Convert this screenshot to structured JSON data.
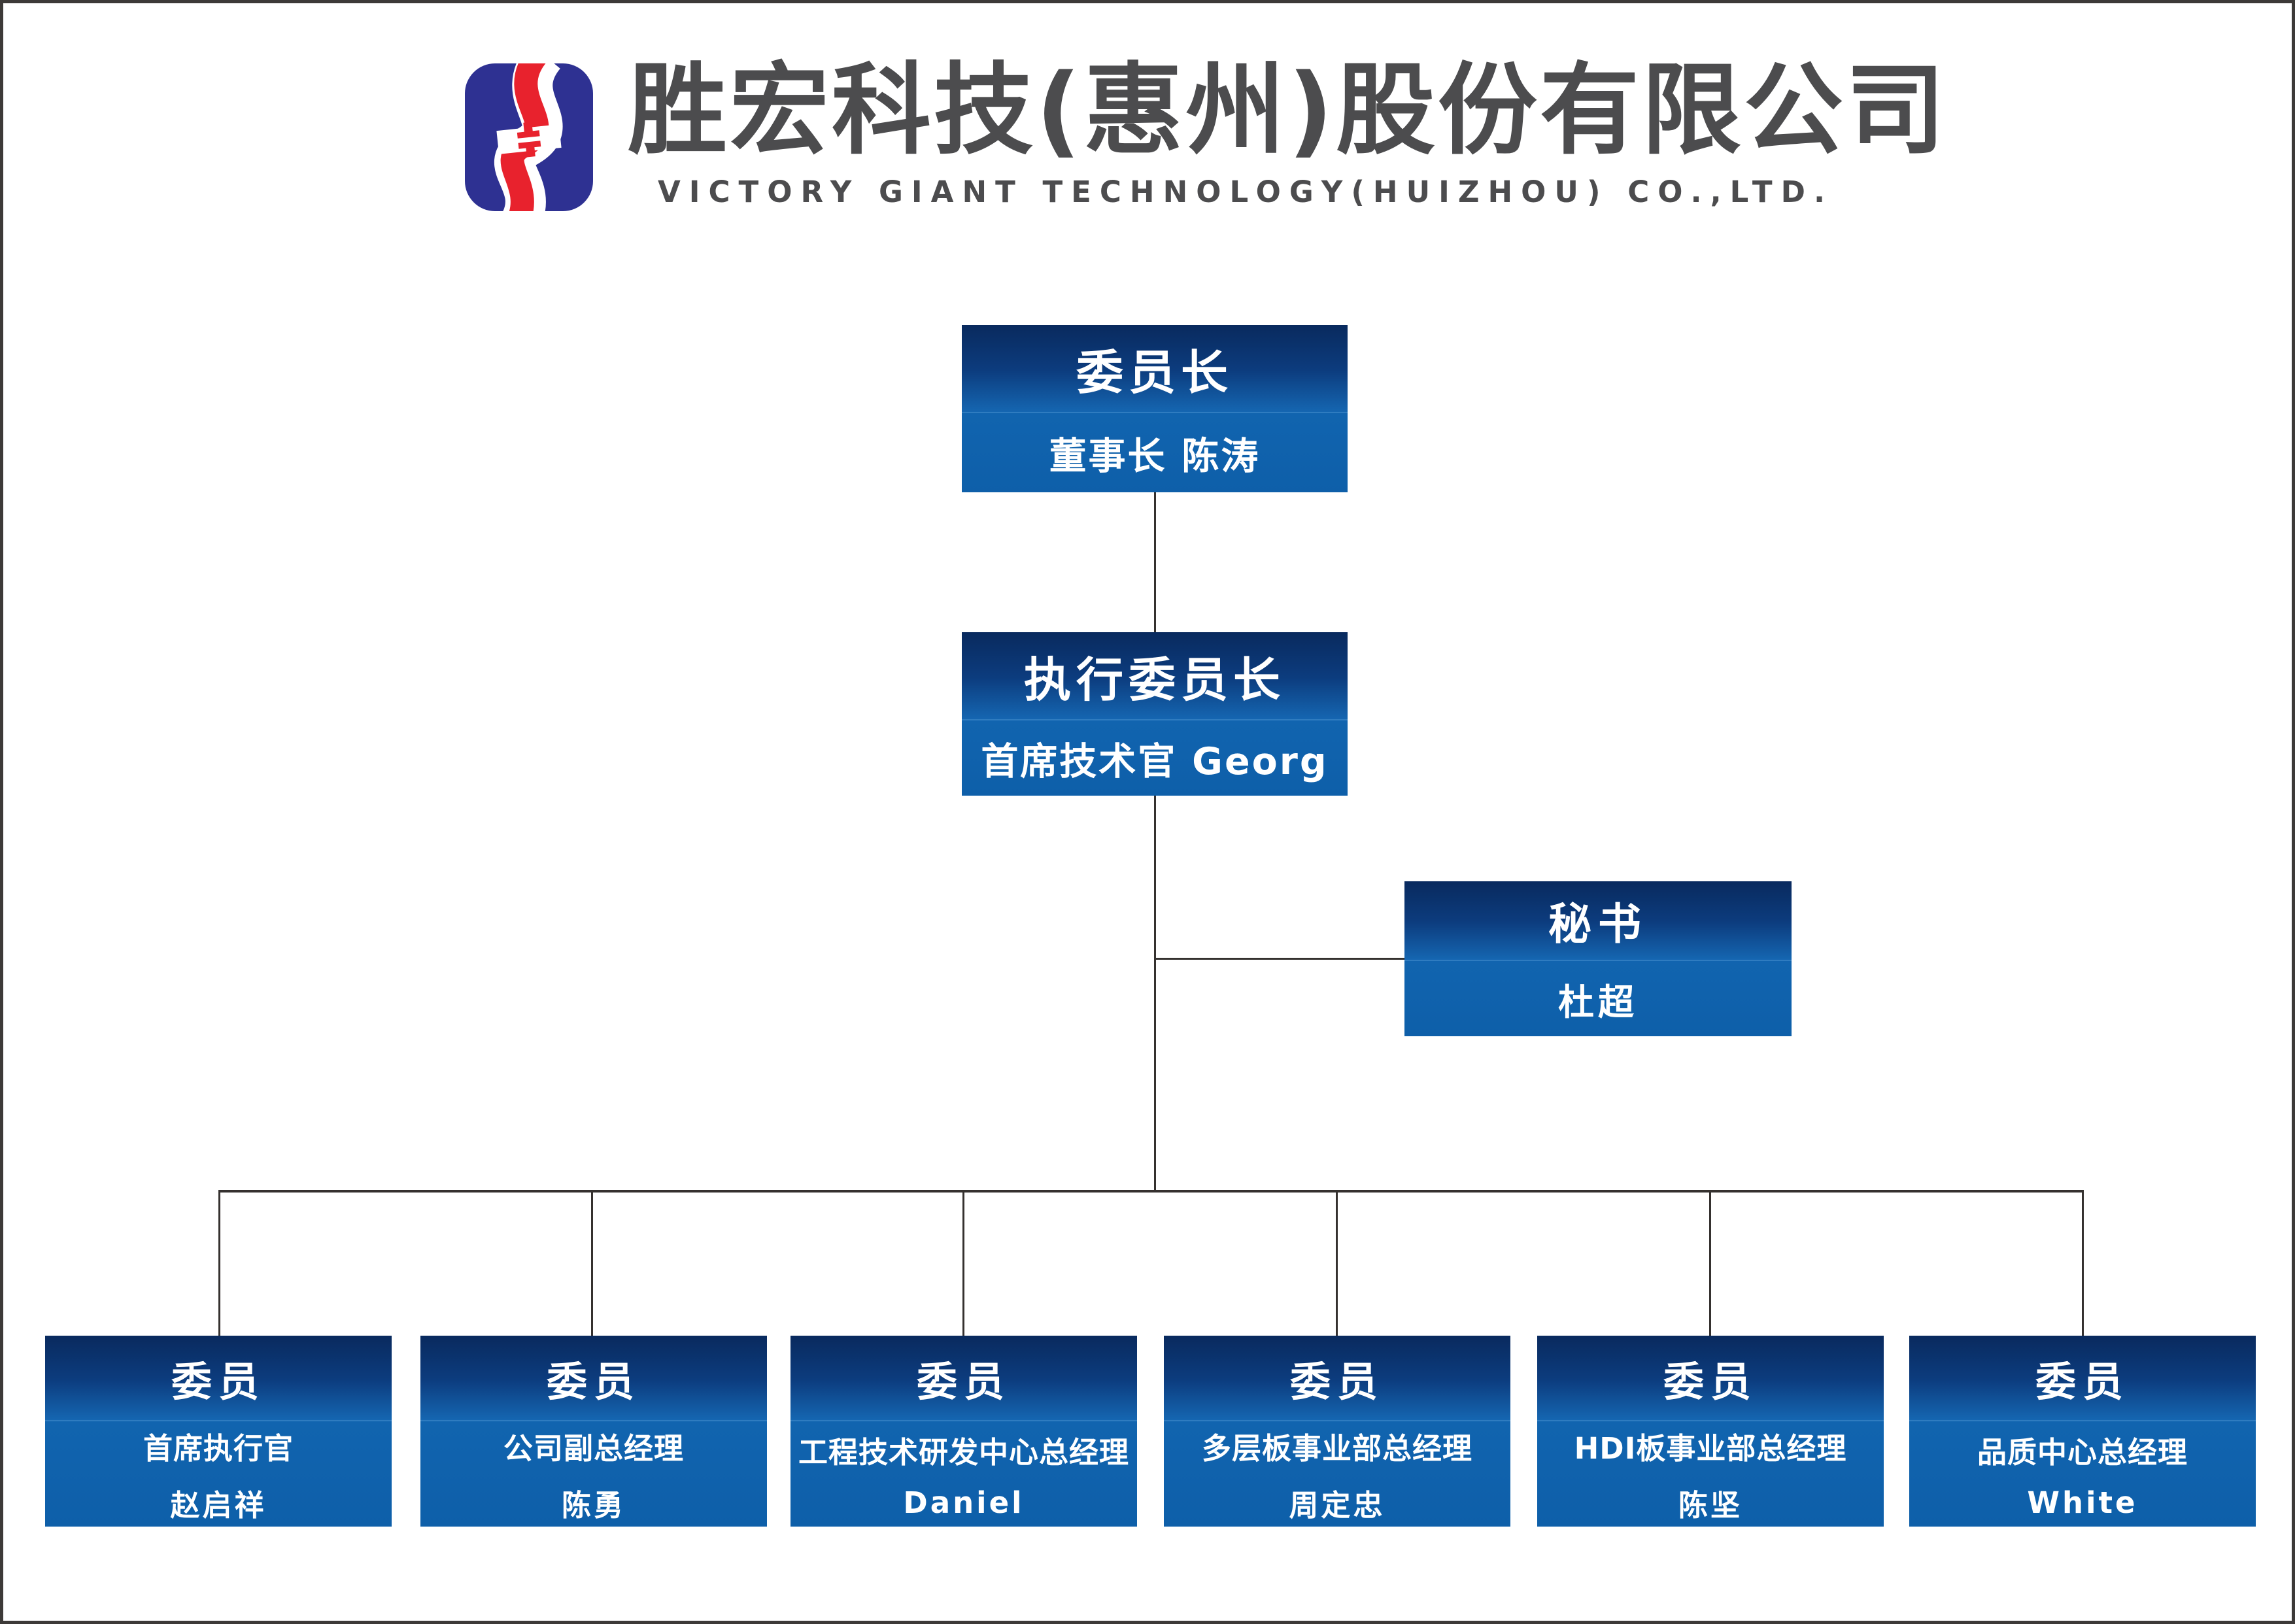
{
  "page": {
    "background": "#ffffff",
    "frame_border_color": "#3d3a38"
  },
  "header": {
    "company_name_cn": "胜宏科技(惠州)股份有限公司",
    "company_name_en": "VICTORY GIANT TECHNOLOGY(HUIZHOU) CO.,LTD.",
    "text_color": "#4c4c4e",
    "logo": {
      "icon": "s-curve-monogram",
      "blue": "#2e3192",
      "red": "#e8222d",
      "white": "#ffffff"
    }
  },
  "org_chart": {
    "node_colors": {
      "gradient_top": "#092a5e",
      "gradient_mid": "#0c3c7e",
      "gradient_bottom": "#1566b1",
      "flat_section": "#0f62ae",
      "text": "#ffffff",
      "connector": "#35312f"
    },
    "chairman": {
      "title": "委员长",
      "subtitle": "董事长 陈涛"
    },
    "executive_chairman": {
      "title": "执行委员长",
      "subtitle": "首席技术官 Georg"
    },
    "secretary": {
      "title": "秘书",
      "subtitle": "杜超"
    },
    "members": [
      {
        "title": "委员",
        "role": "首席执行官",
        "name": "赵启祥"
      },
      {
        "title": "委员",
        "role": "公司副总经理",
        "name": "陈勇"
      },
      {
        "title": "委员",
        "role": "工程技术研发中心总经理",
        "name": "Daniel"
      },
      {
        "title": "委员",
        "role": "多层板事业部总经理",
        "name": "周定忠"
      },
      {
        "title": "委员",
        "role": "HDI板事业部总经理",
        "name": "陈坚"
      },
      {
        "title": "委员",
        "role": "品质中心总经理",
        "name": "White"
      }
    ]
  }
}
